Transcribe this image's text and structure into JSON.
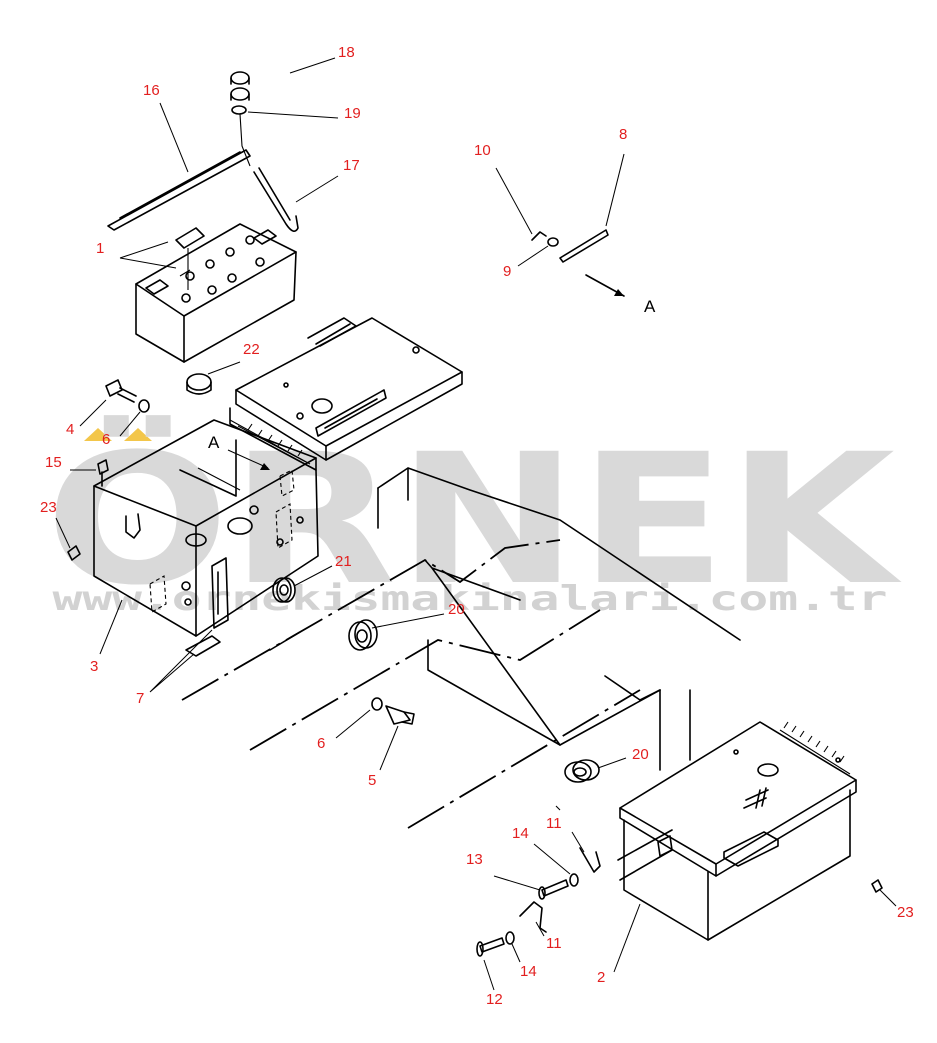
{
  "watermark": {
    "brand": "ÖRNEK",
    "url": "www.ornekismakinalari.com.tr",
    "accent_color": "#f3c64a"
  },
  "colors": {
    "callout": "#e21f1f",
    "line": "#000000",
    "watermark": "#d9d9d9"
  },
  "view_labels": {
    "view_a_arrow": "A",
    "view_a_box": "A"
  },
  "callouts": {
    "c1": "1",
    "c2": "2",
    "c3": "3",
    "c4": "4",
    "c5": "5",
    "c6a": "6",
    "c6b": "6",
    "c7": "7",
    "c8": "8",
    "c9": "9",
    "c10": "10",
    "c11a": "11",
    "c11b": "11",
    "c12": "12",
    "c13": "13",
    "c14a": "14",
    "c14b": "14",
    "c15": "15",
    "c16": "16",
    "c17": "17",
    "c18": "18",
    "c19": "19",
    "c20a": "20",
    "c20b": "20",
    "c21": "21",
    "c22": "22",
    "c23a": "23",
    "c23b": "23"
  }
}
